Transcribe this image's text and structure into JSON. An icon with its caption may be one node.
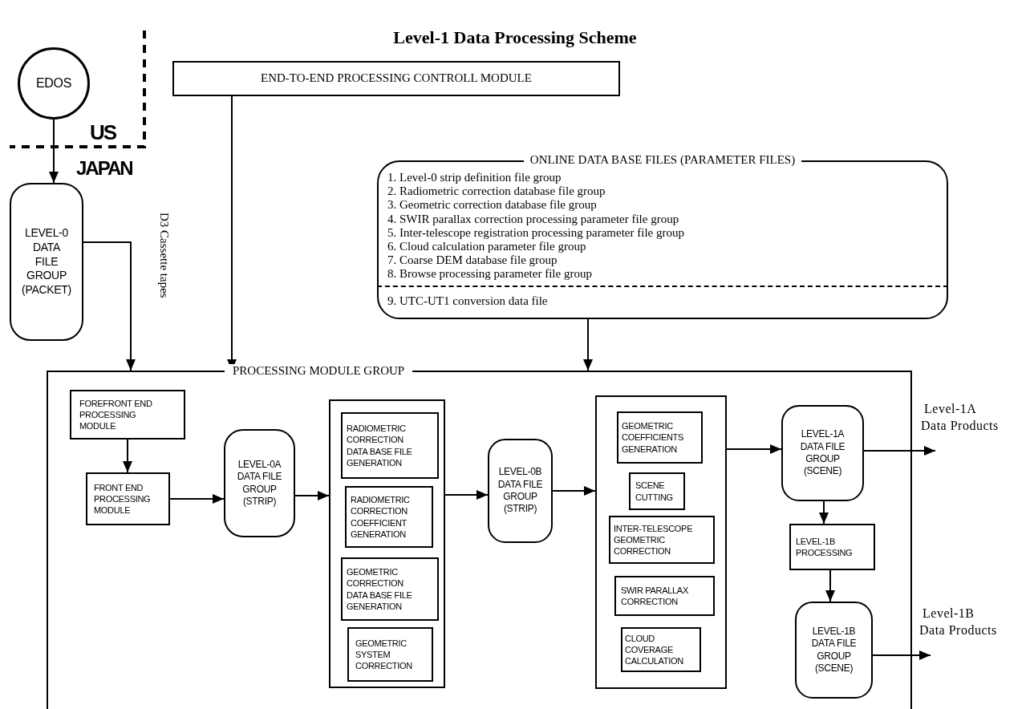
{
  "diagram": {
    "title": "Level-1 Data Processing Scheme",
    "nodes": [
      {
        "text": [
          "EDOS"
        ]
      },
      {
        "text": [
          "LEVEL-0 DATA FILE GROUP (PACKET)"
        ]
      },
      {
        "text": [
          "END-TO-END PROCESSING CONTROLL MODULE"
        ]
      },
      {
        "text": [
          "ONLINE DATA BASE FILES (PARAMETER FILES)",
          "1. Level-0 strip definition file group",
          "2. Radiometric correction database file group",
          "3. Geometric correction database file group",
          "4. SWIR parallax correction processing parameter file group",
          "5. Inter-telescope registration processing parameter file group",
          "6. Cloud calculation parameter file group",
          "7. Coarse DEM database file group",
          "8. Browse processing parameter file group",
          "9. UTC-UT1 conversion data file"
        ]
      },
      {
        "text": [
          "PROCESSING MODULE GROUP"
        ]
      },
      {
        "text": [
          "FOREFRONT END PROCESSING MODULE"
        ],
        "in": 4
      },
      {
        "text": [
          "FRONT END PROCESSING MODULE"
        ],
        "in": 4
      },
      {
        "text": [
          "LEVEL-0A DATA FILE GROUP (STRIP)"
        ],
        "in": 4
      },
      {
        "text": [],
        "shape": "box",
        "in": 4
      },
      {
        "text": [
          "RADIOMETRIC CORRECTION DATA BASE FILE GENERATION"
        ],
        "in": 8
      },
      {
        "text": [
          "RADIOMETRIC CORRECTION COEFFICIENT GENERATION"
        ],
        "in": 8
      },
      {
        "text": [
          "GEOMETRIC CORRECTION DATA BASE FILE GENERATION"
        ],
        "in": 8
      },
      {
        "text": [
          "GEOMETRIC SYSTEM CORRECTION"
        ],
        "in": 8
      },
      {
        "text": [
          "LEVEL-0B DATA FILE GROUP (STRIP)"
        ],
        "in": 4
      },
      {
        "text": [],
        "shape": "box",
        "in": 4
      },
      {
        "text": [
          "GEOMETRIC COEFFICIENTS GENERATION"
        ],
        "in": 14
      },
      {
        "text": [
          "SCENE CUTTING"
        ],
        "in": 14
      },
      {
        "text": [
          "INTER-TELESCOPE GEOMETRIC CORRECTION"
        ],
        "in": 14
      },
      {
        "text": [
          "SWIR PARALLAX CORRECTION"
        ],
        "in": 14
      },
      {
        "text": [
          "CLOUD COVERAGE CALCULATION"
        ],
        "in": 14
      },
      {
        "text": [
          "LEVEL-1A DATA FILE GROUP (SCENE)"
        ],
        "in": 4
      },
      {
        "text": [
          "LEVEL-1B PROCESSING"
        ],
        "in": 4
      },
      {
        "text": [
          "LEVEL-1B DATA FILE GROUP (SCENE)"
        ],
        "in": 4
      },
      {
        "text": [
          "Level-1A Data Products"
        ]
      },
      {
        "text": [
          "Level-1B Data Products"
        ]
      }
    ],
    "edges": [
      {
        "from": 0,
        "to": 1,
        "arrow": "to"
      },
      {
        "from": 1,
        "to": 4,
        "arrow": "to",
        "label": "D3 Cassette tapes"
      },
      {
        "from": 2,
        "to": 4,
        "arrow": "to"
      },
      {
        "from": 3,
        "to": 4,
        "arrow": "to"
      },
      {
        "from": 5,
        "to": 6,
        "arrow": "to"
      },
      {
        "from": 6,
        "to": 7,
        "arrow": "to"
      },
      {
        "from": 7,
        "to": 8,
        "arrow": "to"
      },
      {
        "from": 8,
        "to": 13,
        "arrow": "to"
      },
      {
        "from": 13,
        "to": 14,
        "arrow": "to"
      },
      {
        "from": 14,
        "to": 20,
        "arrow": "to"
      },
      {
        "from": 20,
        "to": 21,
        "arrow": "to"
      },
      {
        "from": 21,
        "to": 22,
        "arrow": "to"
      },
      {
        "from": 20,
        "to": 23,
        "arrow": "to"
      },
      {
        "from": 22,
        "to": 24,
        "arrow": "to"
      }
    ],
    "labels": [
      "US",
      "JAPAN"
    ]
  }
}
